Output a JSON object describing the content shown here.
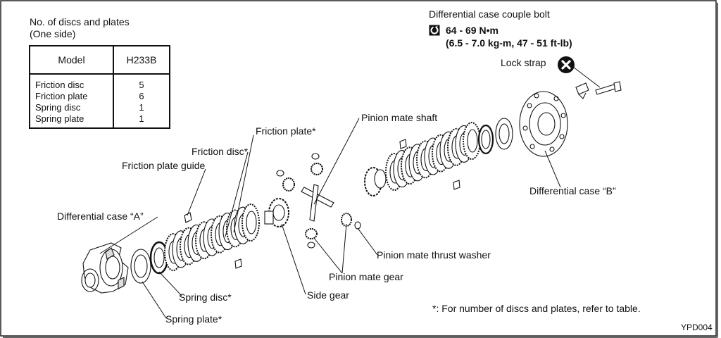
{
  "table_block": {
    "title_line1": "No. of discs and plates",
    "title_line2": "(One side)",
    "header_model": "Model",
    "header_code": "H233B",
    "rows": [
      {
        "name": "Friction disc",
        "value": "5"
      },
      {
        "name": "Friction plate",
        "value": "6"
      },
      {
        "name": "Spring disc",
        "value": "1"
      },
      {
        "name": "Spring plate",
        "value": "1"
      }
    ]
  },
  "torque": {
    "title": "Differential case couple bolt",
    "value_nm": "64 - 69 N•m",
    "value_alt": "(6.5 - 7.0 kg-m, 47 - 51 ft-lb)",
    "icon": "torque-wrench-icon"
  },
  "labels": {
    "lock_strap": "Lock strap",
    "lock_strap_icon": "do-not-reuse-icon",
    "pinion_mate_shaft": "Pinion mate shaft",
    "friction_plate": "Friction plate*",
    "friction_disc": "Friction disc*",
    "friction_plate_guide": "Friction plate guide",
    "differential_case_a": "Differential case “A”",
    "differential_case_b": "Differential case “B”",
    "pinion_mate_thrust_washer": "Pinion mate thrust washer",
    "pinion_mate_gear": "Pinion mate gear",
    "side_gear": "Side gear",
    "spring_disc": "Spring disc*",
    "spring_plate": "Spring plate*"
  },
  "footnote": "*: For number of discs and plates, refer to table.",
  "figure_code": "YPD004"
}
